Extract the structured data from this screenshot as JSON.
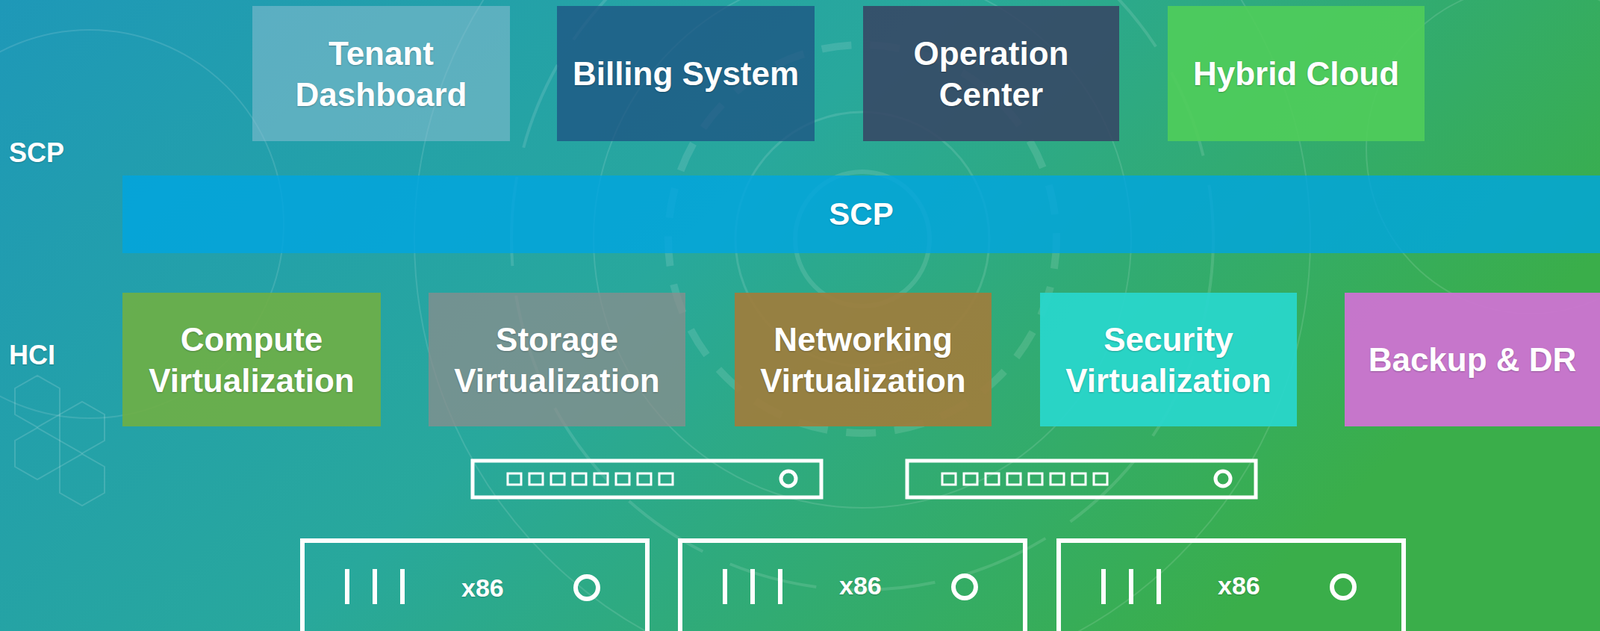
{
  "diagram": {
    "nodes": [
      {
        "text": [
          "Tenant Dashboard"
        ]
      },
      {
        "text": [
          "Billing System"
        ]
      },
      {
        "text": [
          "Operation Center"
        ]
      },
      {
        "text": [
          "Hybrid Cloud"
        ]
      },
      {
        "text": [
          "SCP"
        ]
      },
      {
        "text": [
          "Compute Virtualization"
        ]
      },
      {
        "text": [
          "Storage Virtualization"
        ]
      },
      {
        "text": [
          "Networking Virtualization"
        ]
      },
      {
        "text": [
          "Security Virtualization"
        ]
      },
      {
        "text": [
          "Backup & DR"
        ]
      }
    ],
    "labels": [
      "SCP",
      "HCI",
      "x86",
      "x86",
      "x86"
    ]
  }
}
